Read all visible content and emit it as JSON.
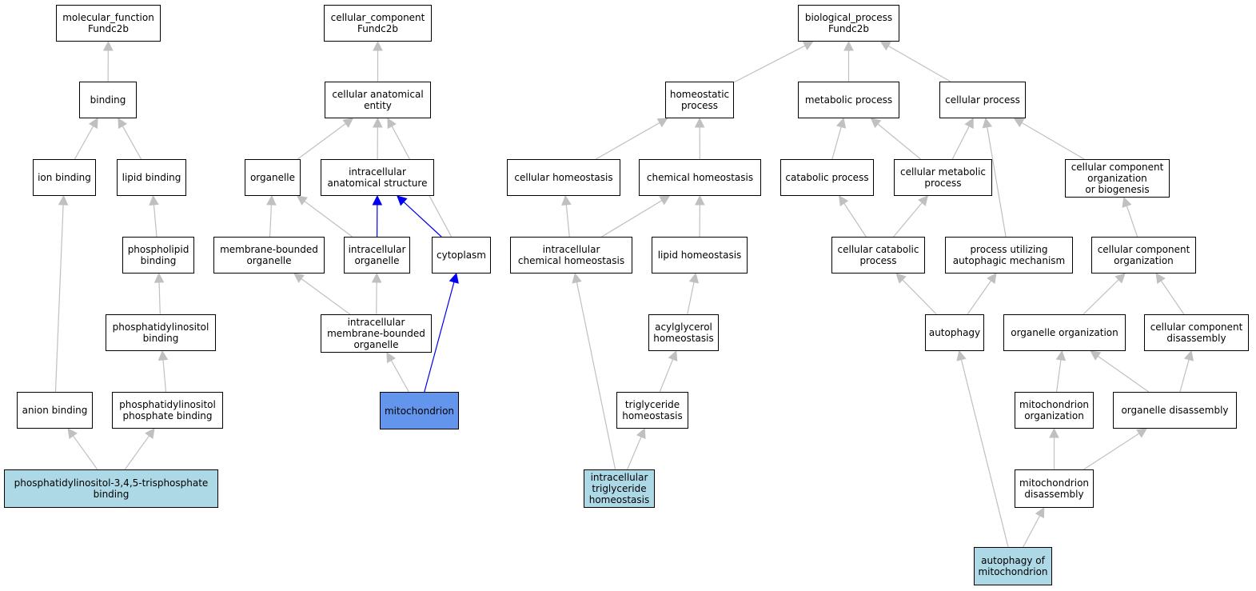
{
  "colors": {
    "edge": "#c0c0c0",
    "highlight_edge": "#0000ee",
    "node_fill": "#ffffff",
    "query_fill": "#add8e6",
    "selected_fill": "#6495ed"
  },
  "nodes": [
    {
      "id": "mf_root",
      "label": "molecular_function\nFundc2b",
      "fill": "normal"
    },
    {
      "id": "binding",
      "label": "binding",
      "fill": "normal"
    },
    {
      "id": "ion_binding",
      "label": "ion binding",
      "fill": "normal"
    },
    {
      "id": "lipid_binding",
      "label": "lipid binding",
      "fill": "normal"
    },
    {
      "id": "phospholipid_binding",
      "label": "phospholipid\nbinding",
      "fill": "normal"
    },
    {
      "id": "pi_binding",
      "label": "phosphatidylinositol\nbinding",
      "fill": "normal"
    },
    {
      "id": "anion_binding",
      "label": "anion binding",
      "fill": "normal"
    },
    {
      "id": "pip_binding",
      "label": "phosphatidylinositol\nphosphate binding",
      "fill": "normal"
    },
    {
      "id": "pip3_binding",
      "label": "phosphatidylinositol-3,4,5-trisphosphate\nbinding",
      "fill": "query"
    },
    {
      "id": "cc_root",
      "label": "cellular_component\nFundc2b",
      "fill": "normal"
    },
    {
      "id": "cae",
      "label": "cellular anatomical\nentity",
      "fill": "normal"
    },
    {
      "id": "organelle",
      "label": "organelle",
      "fill": "normal"
    },
    {
      "id": "ias",
      "label": "intracellular\nanatomical structure",
      "fill": "normal"
    },
    {
      "id": "mbo",
      "label": "membrane-bounded\norganelle",
      "fill": "normal"
    },
    {
      "id": "io",
      "label": "intracellular\norganelle",
      "fill": "normal"
    },
    {
      "id": "cytoplasm",
      "label": "cytoplasm",
      "fill": "normal"
    },
    {
      "id": "imbo",
      "label": "intracellular\nmembrane-bounded\norganelle",
      "fill": "normal"
    },
    {
      "id": "mitochondrion",
      "label": "mitochondrion",
      "fill": "selected"
    },
    {
      "id": "bp_root",
      "label": "biological_process\nFundc2b",
      "fill": "normal"
    },
    {
      "id": "homeostatic",
      "label": "homeostatic\nprocess",
      "fill": "normal"
    },
    {
      "id": "metabolic",
      "label": "metabolic process",
      "fill": "normal"
    },
    {
      "id": "cellular_process",
      "label": "cellular process",
      "fill": "normal"
    },
    {
      "id": "cell_homeo",
      "label": "cellular homeostasis",
      "fill": "normal"
    },
    {
      "id": "chem_homeo",
      "label": "chemical homeostasis",
      "fill": "normal"
    },
    {
      "id": "catabolic",
      "label": "catabolic process",
      "fill": "normal"
    },
    {
      "id": "cell_metab",
      "label": "cellular metabolic\nprocess",
      "fill": "normal"
    },
    {
      "id": "ccob",
      "label": "cellular component\norganization\nor biogenesis",
      "fill": "normal"
    },
    {
      "id": "icell_chem",
      "label": "intracellular\nchemical homeostasis",
      "fill": "normal"
    },
    {
      "id": "lipid_homeo",
      "label": "lipid homeostasis",
      "fill": "normal"
    },
    {
      "id": "cell_catab",
      "label": "cellular catabolic\nprocess",
      "fill": "normal"
    },
    {
      "id": "puam",
      "label": "process utilizing\nautophagic mechanism",
      "fill": "normal"
    },
    {
      "id": "cco",
      "label": "cellular component\norganization",
      "fill": "normal"
    },
    {
      "id": "acyl_homeo",
      "label": "acylglycerol\nhomeostasis",
      "fill": "normal"
    },
    {
      "id": "autophagy",
      "label": "autophagy",
      "fill": "normal"
    },
    {
      "id": "org_org",
      "label": "organelle organization",
      "fill": "normal"
    },
    {
      "id": "ccd",
      "label": "cellular component\ndisassembly",
      "fill": "normal"
    },
    {
      "id": "tg_homeo",
      "label": "triglyceride\nhomeostasis",
      "fill": "normal"
    },
    {
      "id": "mito_org",
      "label": "mitochondrion\norganization",
      "fill": "normal"
    },
    {
      "id": "org_dis",
      "label": "organelle disassembly",
      "fill": "normal"
    },
    {
      "id": "itg_homeo",
      "label": "intracellular\ntriglyceride\nhomeostasis",
      "fill": "query"
    },
    {
      "id": "mito_dis",
      "label": "mitochondrion\ndisassembly",
      "fill": "normal"
    },
    {
      "id": "mitophagy",
      "label": "autophagy of\nmitochondrion",
      "fill": "query"
    }
  ],
  "edges": [
    {
      "from": "binding",
      "to": "mf_root",
      "style": "normal"
    },
    {
      "from": "ion_binding",
      "to": "binding",
      "style": "normal"
    },
    {
      "from": "lipid_binding",
      "to": "binding",
      "style": "normal"
    },
    {
      "from": "phospholipid_binding",
      "to": "lipid_binding",
      "style": "normal"
    },
    {
      "from": "pi_binding",
      "to": "phospholipid_binding",
      "style": "normal"
    },
    {
      "from": "anion_binding",
      "to": "ion_binding",
      "style": "normal"
    },
    {
      "from": "pip_binding",
      "to": "pi_binding",
      "style": "normal"
    },
    {
      "from": "pip3_binding",
      "to": "anion_binding",
      "style": "normal"
    },
    {
      "from": "pip3_binding",
      "to": "pip_binding",
      "style": "normal"
    },
    {
      "from": "cae",
      "to": "cc_root",
      "style": "normal"
    },
    {
      "from": "organelle",
      "to": "cae",
      "style": "normal"
    },
    {
      "from": "ias",
      "to": "cae",
      "style": "normal"
    },
    {
      "from": "cytoplasm",
      "to": "cae",
      "style": "normal"
    },
    {
      "from": "mbo",
      "to": "organelle",
      "style": "normal"
    },
    {
      "from": "io",
      "to": "organelle",
      "style": "normal"
    },
    {
      "from": "io",
      "to": "ias",
      "style": "highlight"
    },
    {
      "from": "cytoplasm",
      "to": "ias",
      "style": "highlight"
    },
    {
      "from": "imbo",
      "to": "mbo",
      "style": "normal"
    },
    {
      "from": "imbo",
      "to": "io",
      "style": "normal"
    },
    {
      "from": "mitochondrion",
      "to": "imbo",
      "style": "normal"
    },
    {
      "from": "mitochondrion",
      "to": "cytoplasm",
      "style": "highlight"
    },
    {
      "from": "homeostatic",
      "to": "bp_root",
      "style": "normal"
    },
    {
      "from": "metabolic",
      "to": "bp_root",
      "style": "normal"
    },
    {
      "from": "cellular_process",
      "to": "bp_root",
      "style": "normal"
    },
    {
      "from": "cell_homeo",
      "to": "homeostatic",
      "style": "normal"
    },
    {
      "from": "chem_homeo",
      "to": "homeostatic",
      "style": "normal"
    },
    {
      "from": "catabolic",
      "to": "metabolic",
      "style": "normal"
    },
    {
      "from": "cell_metab",
      "to": "metabolic",
      "style": "normal"
    },
    {
      "from": "cell_metab",
      "to": "cellular_process",
      "style": "normal"
    },
    {
      "from": "ccob",
      "to": "cellular_process",
      "style": "normal"
    },
    {
      "from": "icell_chem",
      "to": "cell_homeo",
      "style": "normal"
    },
    {
      "from": "icell_chem",
      "to": "chem_homeo",
      "style": "normal"
    },
    {
      "from": "lipid_homeo",
      "to": "chem_homeo",
      "style": "normal"
    },
    {
      "from": "cell_catab",
      "to": "catabolic",
      "style": "normal"
    },
    {
      "from": "cell_catab",
      "to": "cell_metab",
      "style": "normal"
    },
    {
      "from": "puam",
      "to": "cellular_process",
      "style": "normal"
    },
    {
      "from": "cco",
      "to": "ccob",
      "style": "normal"
    },
    {
      "from": "acyl_homeo",
      "to": "lipid_homeo",
      "style": "normal"
    },
    {
      "from": "autophagy",
      "to": "cell_catab",
      "style": "normal"
    },
    {
      "from": "autophagy",
      "to": "puam",
      "style": "normal"
    },
    {
      "from": "org_org",
      "to": "cco",
      "style": "normal"
    },
    {
      "from": "ccd",
      "to": "cco",
      "style": "normal"
    },
    {
      "from": "tg_homeo",
      "to": "acyl_homeo",
      "style": "normal"
    },
    {
      "from": "mito_org",
      "to": "org_org",
      "style": "normal"
    },
    {
      "from": "org_dis",
      "to": "org_org",
      "style": "normal"
    },
    {
      "from": "org_dis",
      "to": "ccd",
      "style": "normal"
    },
    {
      "from": "itg_homeo",
      "to": "icell_chem",
      "style": "normal"
    },
    {
      "from": "itg_homeo",
      "to": "tg_homeo",
      "style": "normal"
    },
    {
      "from": "mito_dis",
      "to": "mito_org",
      "style": "normal"
    },
    {
      "from": "mito_dis",
      "to": "org_dis",
      "style": "normal"
    },
    {
      "from": "mitophagy",
      "to": "autophagy",
      "style": "normal"
    },
    {
      "from": "mitophagy",
      "to": "mito_dis",
      "style": "normal"
    }
  ]
}
